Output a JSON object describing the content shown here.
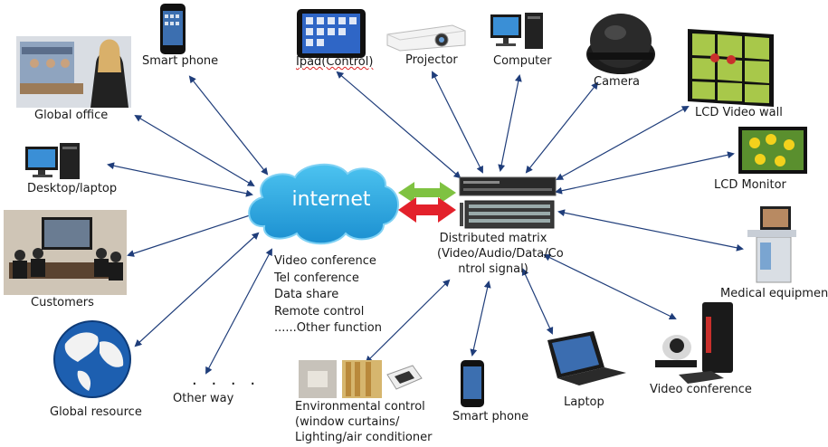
{
  "center": {
    "cloud_label": "internet",
    "services": [
      "Video conference",
      "Tel conference",
      "Data share",
      "Remote control",
      "......Other function"
    ],
    "matrix_label": "Distributed matrix (Video/Audio/Data/Control signal)",
    "matrix_lines": [
      "Distributed matrix",
      "(Video/Audio/Data/Co",
      "ntrol signal)"
    ]
  },
  "nodes": {
    "global_office": "Global office",
    "smart_phone_top": "Smart phone",
    "ipad": "Ipad(Control)",
    "projector": "Projector",
    "computer": "Computer",
    "camera": "Camera",
    "lcd_video_wall": "LCD Video wall",
    "lcd_monitor": "LCD Monitor",
    "desktop_laptop": "Desktop/laptop",
    "customers": "Customers",
    "medical_equipment": "Medical equipment",
    "global_resource": "Global resource",
    "other_way": "Other way",
    "other_way_dots": ". . . .",
    "environmental_lines": [
      "Environmental control",
      "(window curtains/",
      "Lighting/air conditioner"
    ],
    "smart_phone_bottom": "Smart phone",
    "laptop": "Laptop",
    "video_conference": "Video conference"
  },
  "colors": {
    "arrow": "#1f3d7a",
    "cloud": "#2aa8e0",
    "green_arrow": "#7fc241",
    "red_arrow": "#e3212b"
  }
}
